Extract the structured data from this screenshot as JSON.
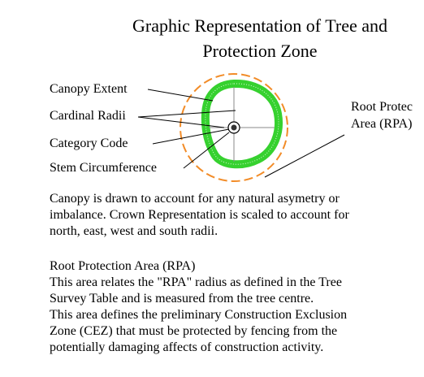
{
  "title": {
    "line1": "Graphic Representation of Tree and",
    "line2": "Protection Zone"
  },
  "labels": {
    "canopy_extent": "Canopy Extent",
    "cardinal_radii": "Cardinal Radii",
    "category_code": "Category Code",
    "stem_circumference": "Stem Circumference",
    "rpa_line1": "Root Protec",
    "rpa_line2": "Area (RPA)"
  },
  "canopy_paragraph": [
    "Canopy is drawn to account for any natural asymetry or",
    "imbalance. Crown Representation is scaled to account for",
    "north, east, west and south radii."
  ],
  "rpa_paragraph": {
    "heading": "Root Protection Area (RPA)",
    "lines": [
      "This area relates the \"RPA\" radius as defined in the Tree",
      "Survey Table and is measured from the tree centre.",
      "This area defines the preliminary Construction Exclusion",
      "Zone (CEZ) that must be protected by fencing from the",
      "potentially damaging affects of construction activity."
    ]
  },
  "colors": {
    "canopy": "#36d12f",
    "rpa_ring": "#f28c28",
    "lines": "#000000"
  }
}
